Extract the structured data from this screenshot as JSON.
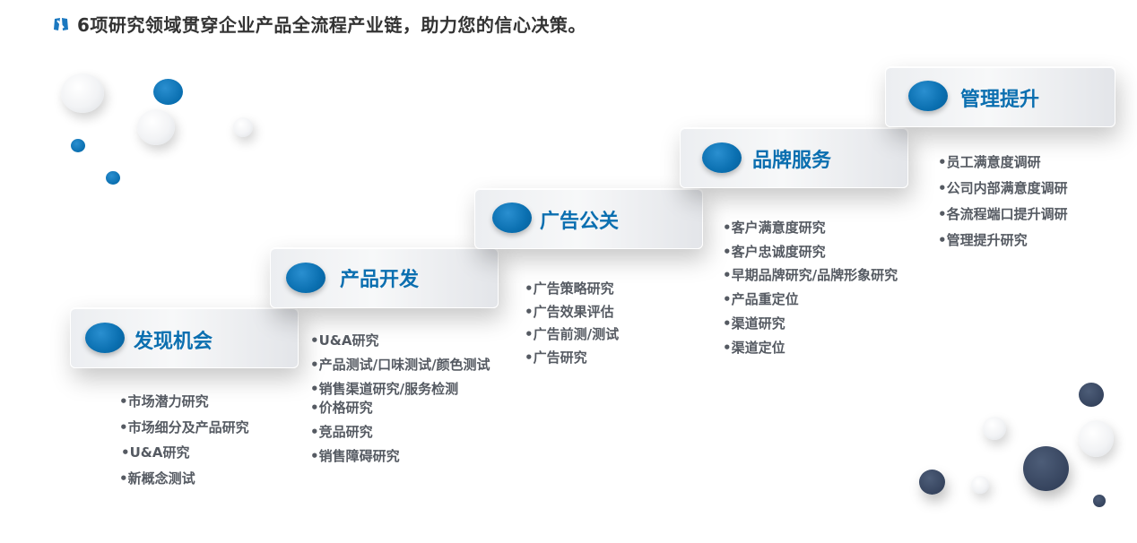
{
  "header": {
    "title": "6项研究领域贯穿企业产品全流程产业链，助力您的信心决策。"
  },
  "stages": [
    {
      "title": "发现机会",
      "items": [
        "•市场潜力研究",
        "•市场细分及产品研究",
        "•U&A研究",
        "•新概念测试"
      ]
    },
    {
      "title": "产品开发",
      "items": [
        "•U&A研究",
        "•产品测试/口味测试/颜色测试",
        "•销售渠道研究/服务检测",
        "•价格研究",
        "•竞品研究",
        "•销售障碍研究"
      ]
    },
    {
      "title": "广告公关",
      "items": [
        "•广告策略研究",
        "•广告效果评估",
        "•广告前测/测试",
        "•广告研究"
      ]
    },
    {
      "title": "品牌服务",
      "items": [
        "•客户满意度研究",
        "•客户忠诚度研究",
        "•早期品牌研究/品牌形象研究",
        "•产品重定位",
        "•渠道研究",
        "•渠道定位"
      ]
    },
    {
      "title": "管理提升",
      "items": [
        "•员工满意度调研",
        "•公司内部满意度调研",
        "•各流程端口提升调研",
        "•管理提升研究"
      ]
    }
  ],
  "colors": {
    "accent": "#0b6fb0",
    "text": "#555a62",
    "navy": "#34425c"
  },
  "icons": {
    "logo": "brand-logo-icon"
  }
}
